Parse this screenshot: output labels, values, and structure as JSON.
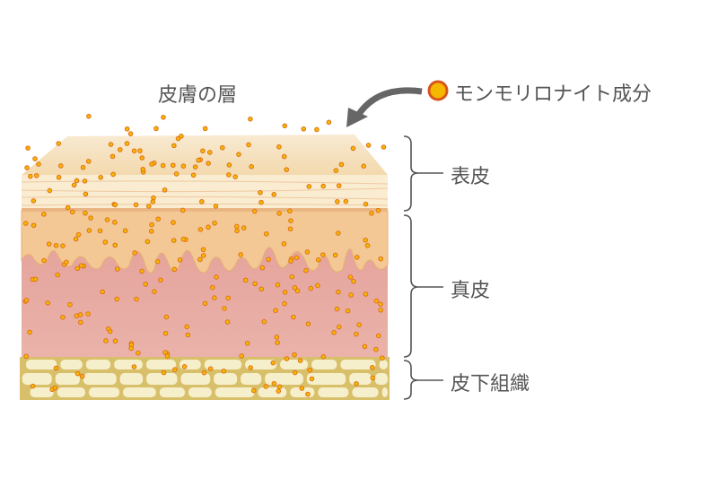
{
  "title": "皮膚の層",
  "legend": {
    "label": "モンモリロナイト成分",
    "marker_color": "#f5b800",
    "marker_stroke": "#d8541c"
  },
  "layers": [
    {
      "label": "表皮",
      "color": "#f7e7c4"
    },
    {
      "label": "真皮",
      "color": "#e8a9a2"
    },
    {
      "label": "皮下組織",
      "color": "#d8bf6a"
    }
  ],
  "particle_color": "#f5a623"
}
